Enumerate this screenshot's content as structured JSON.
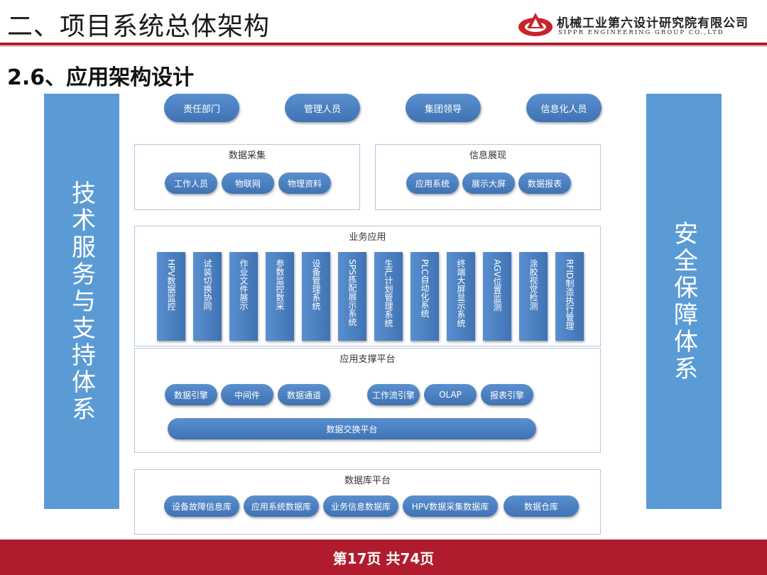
{
  "header": {
    "title": "二、项目系统总体架构",
    "company_cn": "机械工业第六设计研究院有限公司",
    "company_en": "SIPPR ENGINEERING GROUP CO.,LTD"
  },
  "section_title": "2.6、应用架构设计",
  "left_pillar": "技术服务与支持体系",
  "right_pillar": "安全保障体系",
  "users": [
    "责任部门",
    "管理人员",
    "集团领导",
    "信息化人员"
  ],
  "data_collection": {
    "title": "数据采集",
    "items": [
      "工作人员",
      "物联网",
      "物理资料"
    ]
  },
  "info_display": {
    "title": "信息展现",
    "items": [
      "应用系统",
      "展示大屏",
      "数据报表"
    ]
  },
  "business_apps": {
    "title": "业务应用",
    "items": [
      "HPV数据监控",
      "试装切换协同",
      "作业文件展示",
      "参数监控数采",
      "设备管理系统",
      "SPS拣配展示系统",
      "生产计划管理系统",
      "PLC自动化系统",
      "终端大屏显示系统",
      "AGV位置监测",
      "涂胶视觉检测",
      "RFID制造执行管理"
    ]
  },
  "support_platform": {
    "title": "应用支撑平台",
    "items": [
      "数据引擎",
      "中间件",
      "数据通道",
      "工作流引擎",
      "OLAP",
      "报表引擎"
    ],
    "exchange": "数据交换平台"
  },
  "database_platform": {
    "title": "数据库平台",
    "items": [
      "设备故障信息库",
      "应用系统数据库",
      "业务信息数据库",
      "HPV数据采集数据库",
      "数据仓库"
    ]
  },
  "footer": "第17页  共74页"
}
